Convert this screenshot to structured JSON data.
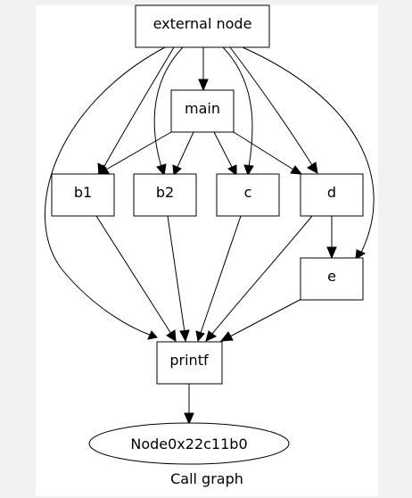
{
  "graph": {
    "caption": "Call graph",
    "nodes": {
      "external": "external node",
      "main": "main",
      "b1": "b1",
      "b2": "b2",
      "c": "c",
      "d": "d",
      "e": "e",
      "printf": "printf",
      "root": "Node0x22c11b0"
    },
    "edges": [
      {
        "from": "external node",
        "to": "main"
      },
      {
        "from": "external node",
        "to": "b1"
      },
      {
        "from": "external node",
        "to": "b2"
      },
      {
        "from": "external node",
        "to": "c"
      },
      {
        "from": "external node",
        "to": "d"
      },
      {
        "from": "external node",
        "to": "e"
      },
      {
        "from": "external node",
        "to": "printf"
      },
      {
        "from": "main",
        "to": "b1"
      },
      {
        "from": "main",
        "to": "b2"
      },
      {
        "from": "main",
        "to": "c"
      },
      {
        "from": "main",
        "to": "d"
      },
      {
        "from": "b1",
        "to": "printf"
      },
      {
        "from": "b2",
        "to": "printf"
      },
      {
        "from": "c",
        "to": "printf"
      },
      {
        "from": "d",
        "to": "e"
      },
      {
        "from": "d",
        "to": "printf"
      },
      {
        "from": "e",
        "to": "printf"
      },
      {
        "from": "printf",
        "to": "Node0x22c11b0"
      }
    ]
  }
}
